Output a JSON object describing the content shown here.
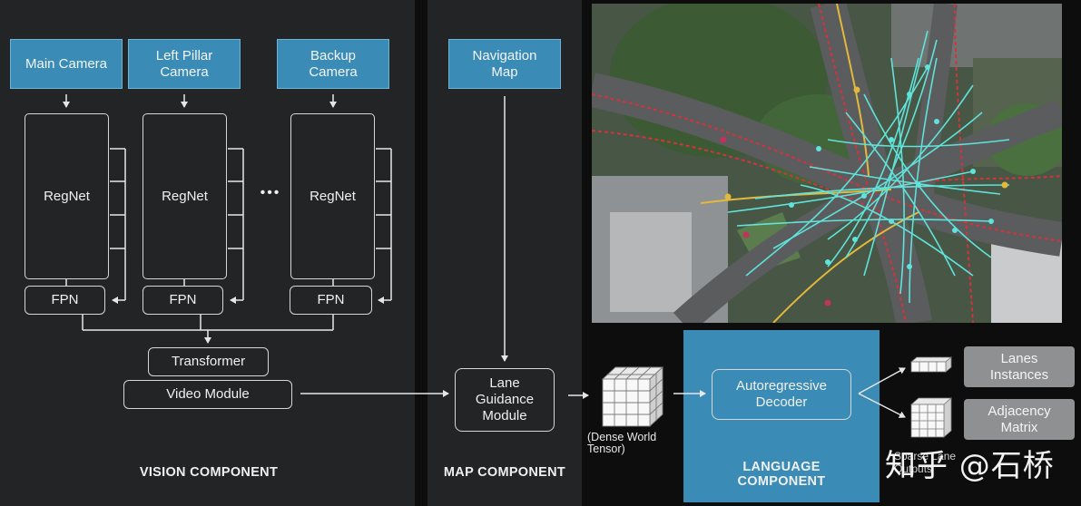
{
  "cameras": {
    "main": "Main Camera",
    "left_pillar": "Left Pillar\nCamera",
    "backup": "Backup\nCamera"
  },
  "backbone": "RegNet",
  "ellipsis": "•••",
  "fpn": "FPN",
  "transformer": "Transformer",
  "video_module": "Video Module",
  "navigation_map": "Navigation\nMap",
  "lane_guidance": "Lane\nGuidance\nModule",
  "dense_world_tensor": "(Dense World\nTensor)",
  "autoregressive_decoder": "Autoregressive\nDecoder",
  "outputs": {
    "lanes": "Lanes\nInstances",
    "adjacency": "Adjacency\nMatrix",
    "overlap_text": "Sparse Lane\nOutputs"
  },
  "sections": {
    "vision": "VISION COMPONENT",
    "map": "MAP COMPONENT",
    "language": "LANGUAGE\nCOMPONENT"
  },
  "watermark": "知乎 @石桥",
  "colors": {
    "accent_blue": "#3a8bb5",
    "panel_gray": "#232426",
    "output_gray": "#8e9092",
    "lane_cyan": "#5fe3da",
    "lane_red": "#d2343d",
    "lane_yellow": "#e2b93b"
  }
}
